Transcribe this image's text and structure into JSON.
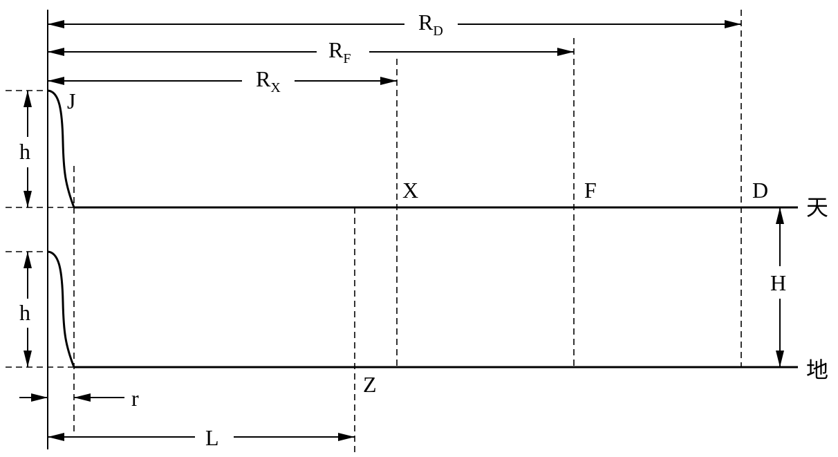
{
  "dimensions": {
    "r_d": {
      "main": "R",
      "sub": "D"
    },
    "r_f": {
      "main": "R",
      "sub": "F"
    },
    "r_x": {
      "main": "R",
      "sub": "X"
    },
    "h_upper": "h",
    "h_lower": "h",
    "big_h": "H",
    "r": "r",
    "l": "L"
  },
  "points": {
    "j": "J",
    "x": "X",
    "f": "F",
    "d": "D",
    "z": "Z"
  },
  "lines": {
    "upper": "天",
    "lower": "地"
  }
}
